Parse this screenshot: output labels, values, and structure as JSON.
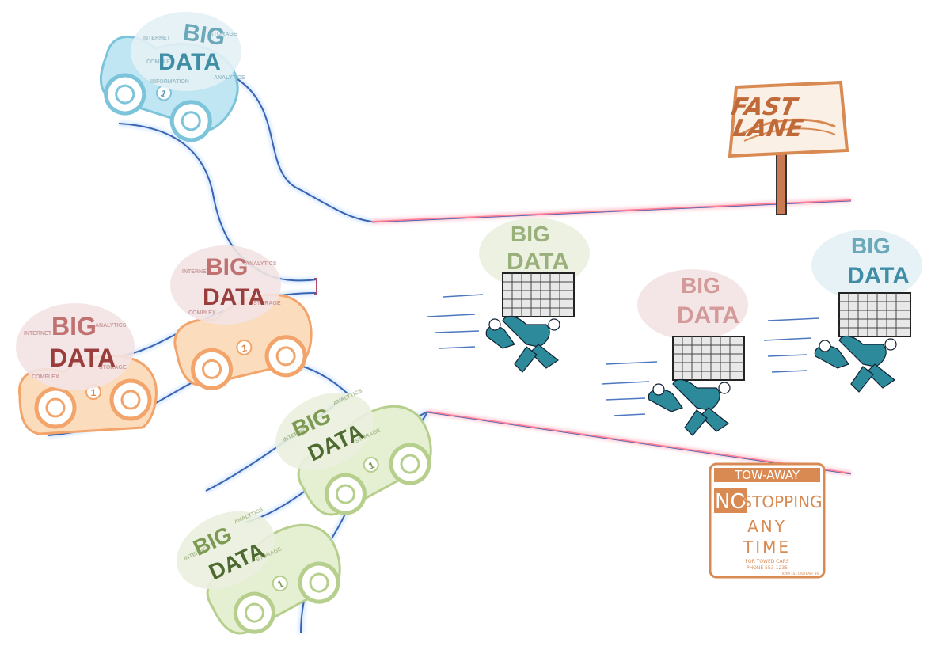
{
  "colors": {
    "blue_car": "#9fd8ea",
    "orange_car": "#f5c28e",
    "green_car": "#d6e6b4",
    "blue_cloud": "#5aa0b5",
    "red_cloud": "#b25b5b",
    "green_cloud": "#8fa870",
    "road": "#3a63b0",
    "lane_line": "#ff8aa0",
    "runner": "#2d8a9b",
    "sign_orange": "#d98a52",
    "fast_lane_text": "#c06a3a",
    "sign_post": "#b5623c"
  },
  "cloud_words": {
    "big": "BIG",
    "data": "DATA",
    "number": "1"
  },
  "fast_lane_sign": {
    "line1": "FAST",
    "line2": "LANE"
  },
  "tow_sign": {
    "header": "TOW-AWAY",
    "no": "NO",
    "stopping": "STOPPING",
    "any": "ANY",
    "time": "TIME",
    "fine1": "FOR TOWED CARS",
    "fine2": "PHONE 553-1235",
    "code": "R26A LS1 CALTRAFF 86"
  }
}
